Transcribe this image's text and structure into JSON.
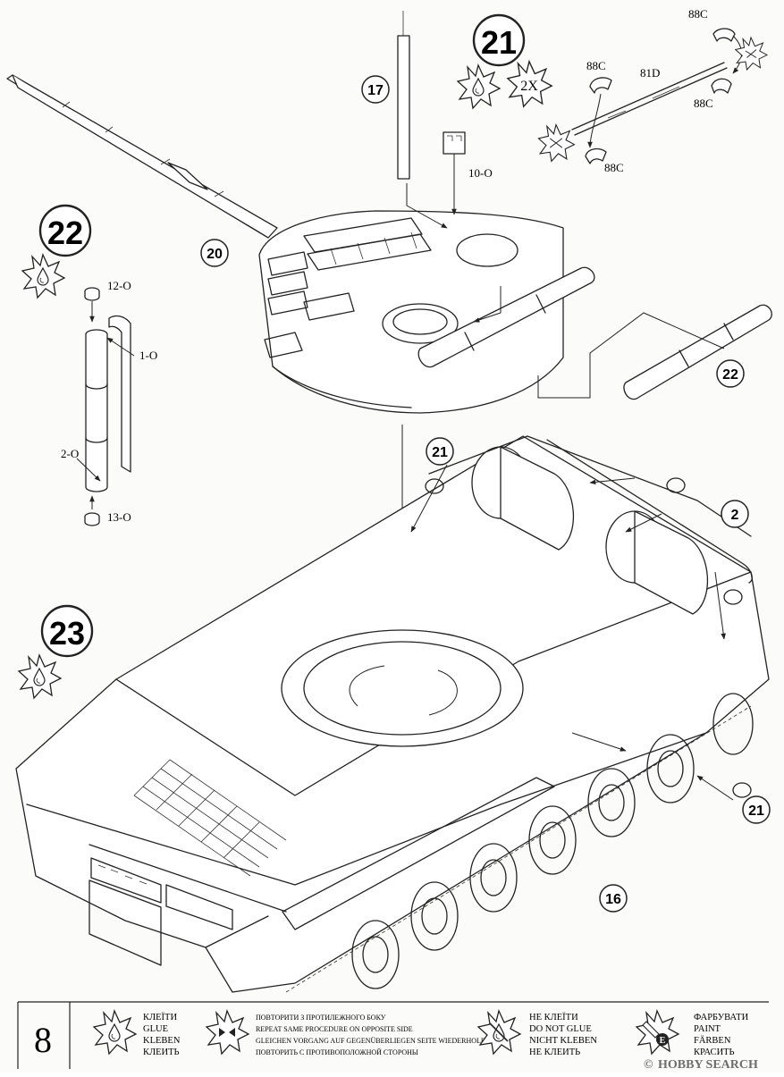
{
  "page_number": "8",
  "steps": {
    "s21": "21",
    "s22": "22",
    "s23": "23",
    "times": "2X"
  },
  "parts": {
    "p17": "17",
    "p20": "20",
    "p22b": "22",
    "p21a": "21",
    "p2": "2",
    "p21b": "21",
    "p16": "16",
    "p10o": "10-O",
    "p12o": "12-O",
    "p1o": "1-O",
    "p2o": "2-O",
    "p13o": "13-O",
    "p88c_a": "88C",
    "p88c_b": "88C",
    "p88c_c": "88C",
    "p88c_d": "88C",
    "p81d": "81D"
  },
  "legend": {
    "glue": [
      "КЛЕЇТИ",
      "GLUE",
      "KLEBEN",
      "КЛЕИТЬ"
    ],
    "repeat": [
      "ПОВТОРИТИ З ПРОТИЛЕЖНОГО БОКУ",
      "REPEAT SAME PROCEDURE ON OPPOSITE SIDE",
      "GLEICHEN VORGANG AUF GEGENÜBERLIEGEN SEITE WIEDERHOLEN",
      "ПОВТОРИТЬ С ПРОТИВОПОЛОЖНОЙ СТОРОНЫ"
    ],
    "noglue": [
      "НЕ КЛЕЇТИ",
      "DO NOT GLUE",
      "NICHT KLEBEN",
      "НЕ КЛЕИТЬ"
    ],
    "paint": [
      "ФАРБУВАТИ",
      "PAINT",
      "FÄRBEN",
      "КРАСИТЬ"
    ]
  },
  "paint_letter": "E",
  "watermark": "HOBBY SEARCH",
  "watermark_mark": "©",
  "icons": [
    "glue-drop-icon",
    "repeat-arrows-icon",
    "no-glue-icon",
    "paint-brush-icon"
  ]
}
